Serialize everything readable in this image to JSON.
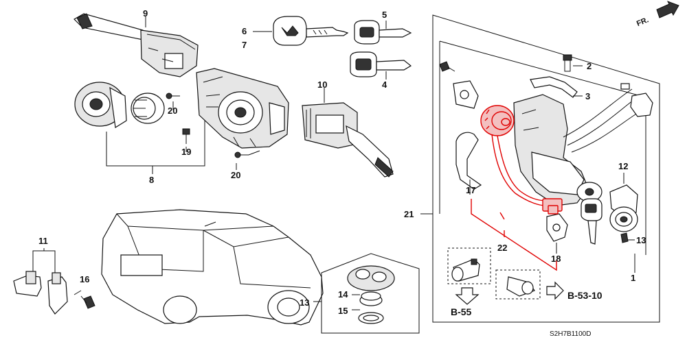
{
  "callouts": {
    "c1": "1",
    "c2": "2",
    "c3": "3",
    "c4": "4",
    "c5": "5",
    "c6": "6",
    "c7": "7",
    "c8": "8",
    "c9": "9",
    "c10": "10",
    "c11": "11",
    "c12": "12",
    "c13a": "13",
    "c13b": "13",
    "c14": "14",
    "c15": "15",
    "c16": "16",
    "c17": "17",
    "c18": "18",
    "c19": "19",
    "c20a": "20",
    "c20b": "20",
    "c21": "21",
    "c22": "22"
  },
  "references": {
    "b55": "B-55",
    "b5310": "B-53-10"
  },
  "direction_label": "FR.",
  "diagram_code": "S2H7B1100D",
  "colors": {
    "highlight": "#e00000",
    "ink": "#111111"
  }
}
